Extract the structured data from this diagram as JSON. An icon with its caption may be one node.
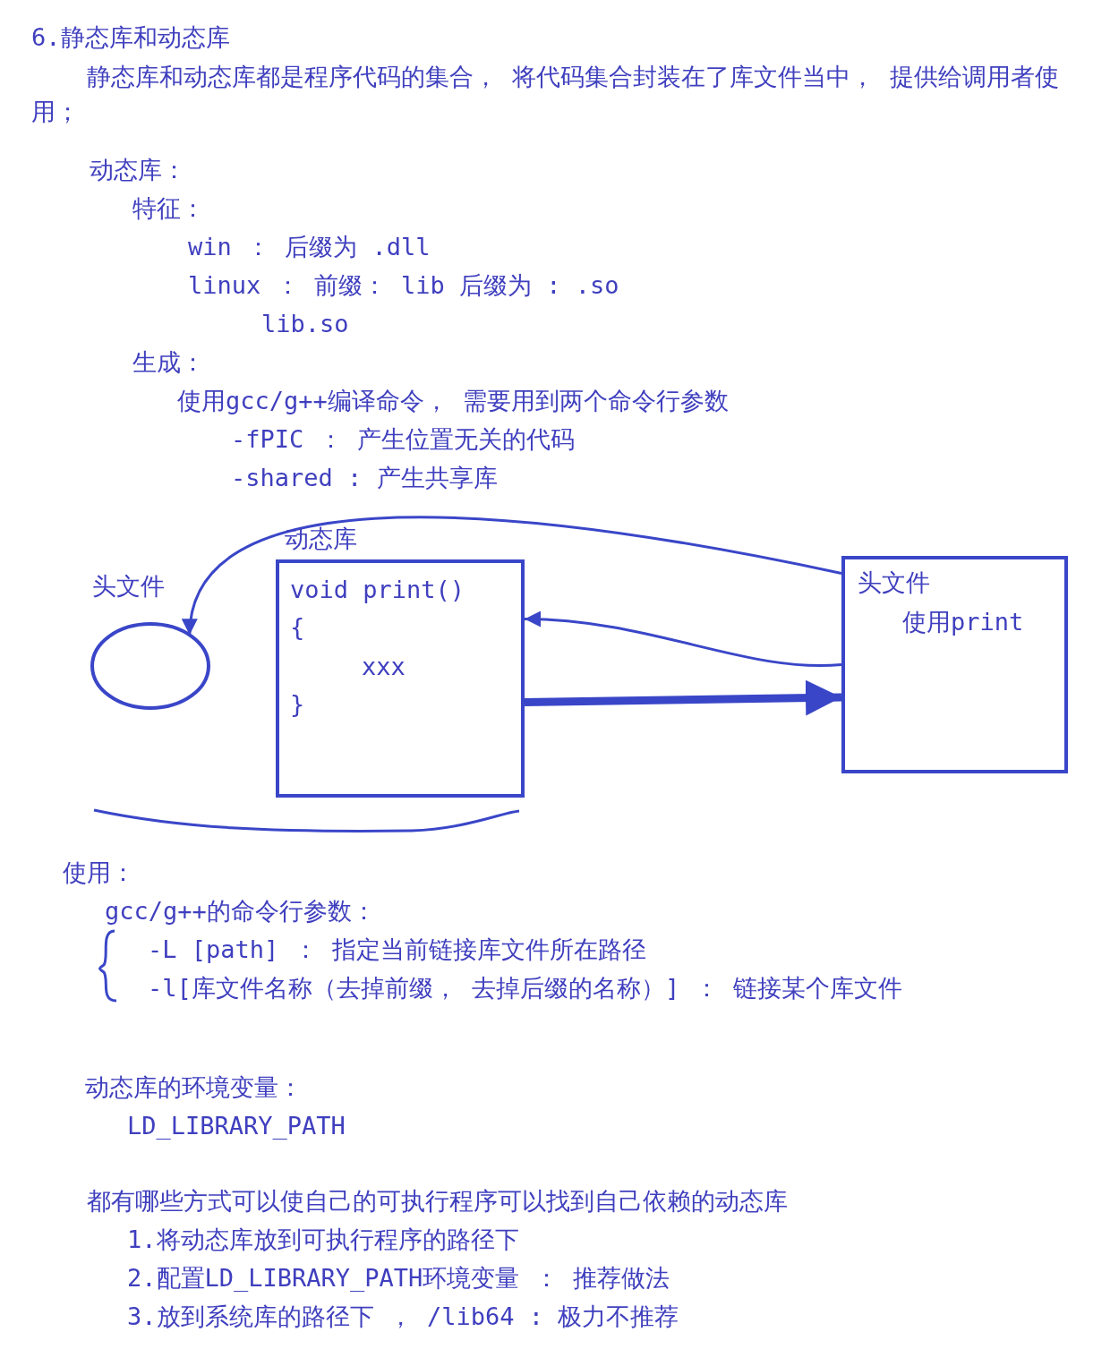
{
  "diagram": {
    "title": "6.静态库和动态库",
    "nodes": [
      {
        "text": [
          "头文件"
        ]
      },
      {
        "text": [
          "动态库",
          "void print()",
          "{",
          "xxx",
          "}"
        ]
      },
      {
        "text": [
          "头文件",
          "使用print"
        ]
      }
    ],
    "edges": [
      {
        "from": 2,
        "to": 0,
        "arrow": "to"
      },
      {
        "from": 1,
        "to": 2,
        "arrow": "to",
        "style": "thick"
      },
      {
        "from": 2,
        "to": 1,
        "arrow": "to"
      }
    ],
    "labels": [
      "静态库和动态库都是程序代码的集合， 将代码集合封装在了库文件当中， 提供给调用者使用；",
      "动态库：",
      "特征：",
      "win ： 后缀为 .dll",
      "linux ： 前缀： lib 后缀为 : .so",
      "lib.so",
      "生成：",
      "使用gcc/g++编译命令， 需要用到两个命令行参数",
      "-fPIC ： 产生位置无关的代码",
      "-shared : 产生共享库",
      "使用：",
      "gcc/g++的命令行参数：",
      "-L [path] ： 指定当前链接库文件所在路径",
      "-l[库文件名称（去掉前缀， 去掉后缀的名称）] ： 链接某个库文件",
      "动态库的环境变量：",
      "LD_LIBRARY_PATH",
      "都有哪些方式可以使自己的可执行程序可以找到自己依赖的动态库",
      "1.将动态库放到可执行程序的路径下",
      "2.配置LD_LIBRARY_PATH环境变量 ： 推荐做法",
      "3.放到系统库的路径下 ， /lib64 : 极力不推荐"
    ]
  }
}
